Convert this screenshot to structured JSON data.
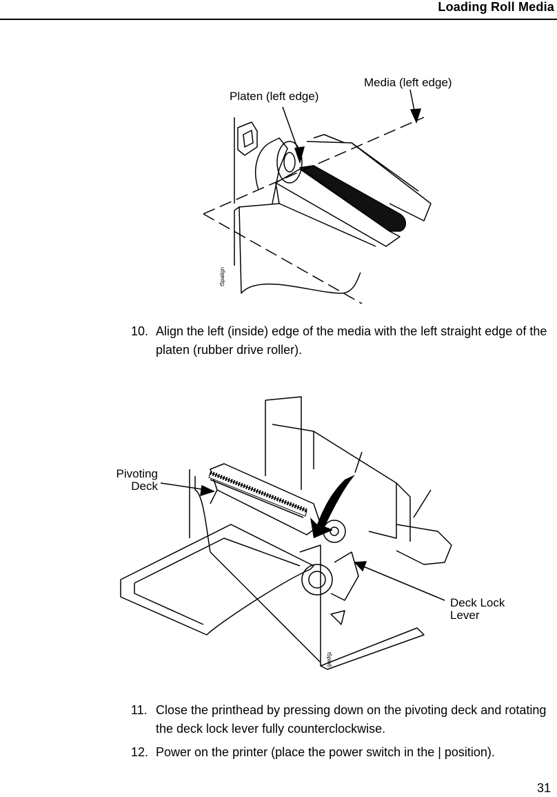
{
  "header": {
    "title": "Loading Roll Media"
  },
  "figure1": {
    "callouts": {
      "platen": "Platen (left edge)",
      "media": "Media (left edge)"
    },
    "code": "t5palign"
  },
  "figure2": {
    "callouts": {
      "pivoting_line1": "Pivoting",
      "pivoting_line2": "Deck",
      "lever_line1": "Deck Lock",
      "lever_line2": "Lever"
    },
    "code": "t5plo6"
  },
  "steps": [
    {
      "number": "10.",
      "text": "Align the left (inside) edge of the media with the left straight edge of the platen (rubber drive roller)."
    },
    {
      "number": "11.",
      "text": "Close the printhead by pressing down on the pivoting deck and rotating the deck lock lever fully counterclockwise."
    },
    {
      "number": "12.",
      "text": "Power on the printer (place the power switch in the | position)."
    }
  ],
  "footer": {
    "page_number": "31"
  }
}
